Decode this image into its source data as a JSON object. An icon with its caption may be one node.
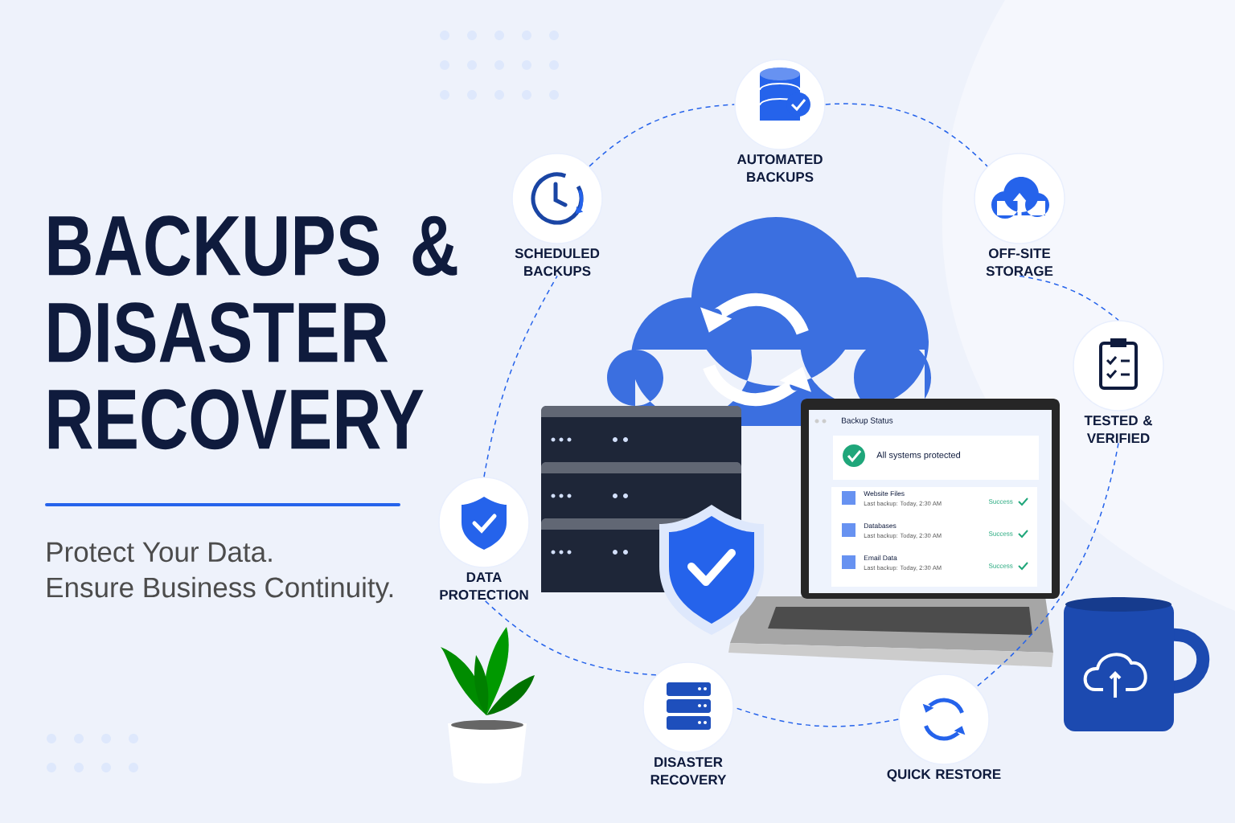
{
  "diagram": {
    "title": "BACKUPS & DISASTER RECOVERY",
    "nodes": [
      {
        "text": [
          "AUTOMATED BACKUPS"
        ]
      },
      {
        "text": [
          "SCHEDULED BACKUPS"
        ]
      },
      {
        "text": [
          "OFF-SITE STORAGE"
        ]
      },
      {
        "text": [
          "TESTED & VERIFIED"
        ]
      },
      {
        "text": [
          "DATA PROTECTION"
        ]
      },
      {
        "text": [
          "DISASTER RECOVERY"
        ]
      },
      {
        "text": [
          "QUICK RESTORE"
        ]
      }
    ],
    "edges": [
      {
        "from": 0,
        "to": 2,
        "arrow": "none",
        "style": "dashed"
      },
      {
        "from": 2,
        "to": 3,
        "arrow": "none",
        "style": "dashed"
      },
      {
        "from": 3,
        "to": 6,
        "arrow": "none",
        "style": "dashed"
      },
      {
        "from": 6,
        "to": 5,
        "arrow": "none",
        "style": "dashed"
      },
      {
        "from": 5,
        "to": 4,
        "arrow": "none",
        "style": "dashed"
      },
      {
        "from": 4,
        "to": 1,
        "arrow": "none",
        "style": "dashed"
      },
      {
        "from": 1,
        "to": 0,
        "arrow": "none",
        "style": "dashed"
      }
    ],
    "labels": [
      "Protect Your Data.",
      "Ensure Business Continuity.",
      "Backup Status",
      "All systems protected",
      "Website Files",
      "Last backup: Today, 2:30 AM",
      "Success",
      "Databases",
      "Last backup: Today, 2:30 AM",
      "Success",
      "Email Data",
      "Last backup: Today, 2:30 AM",
      "Success"
    ]
  }
}
